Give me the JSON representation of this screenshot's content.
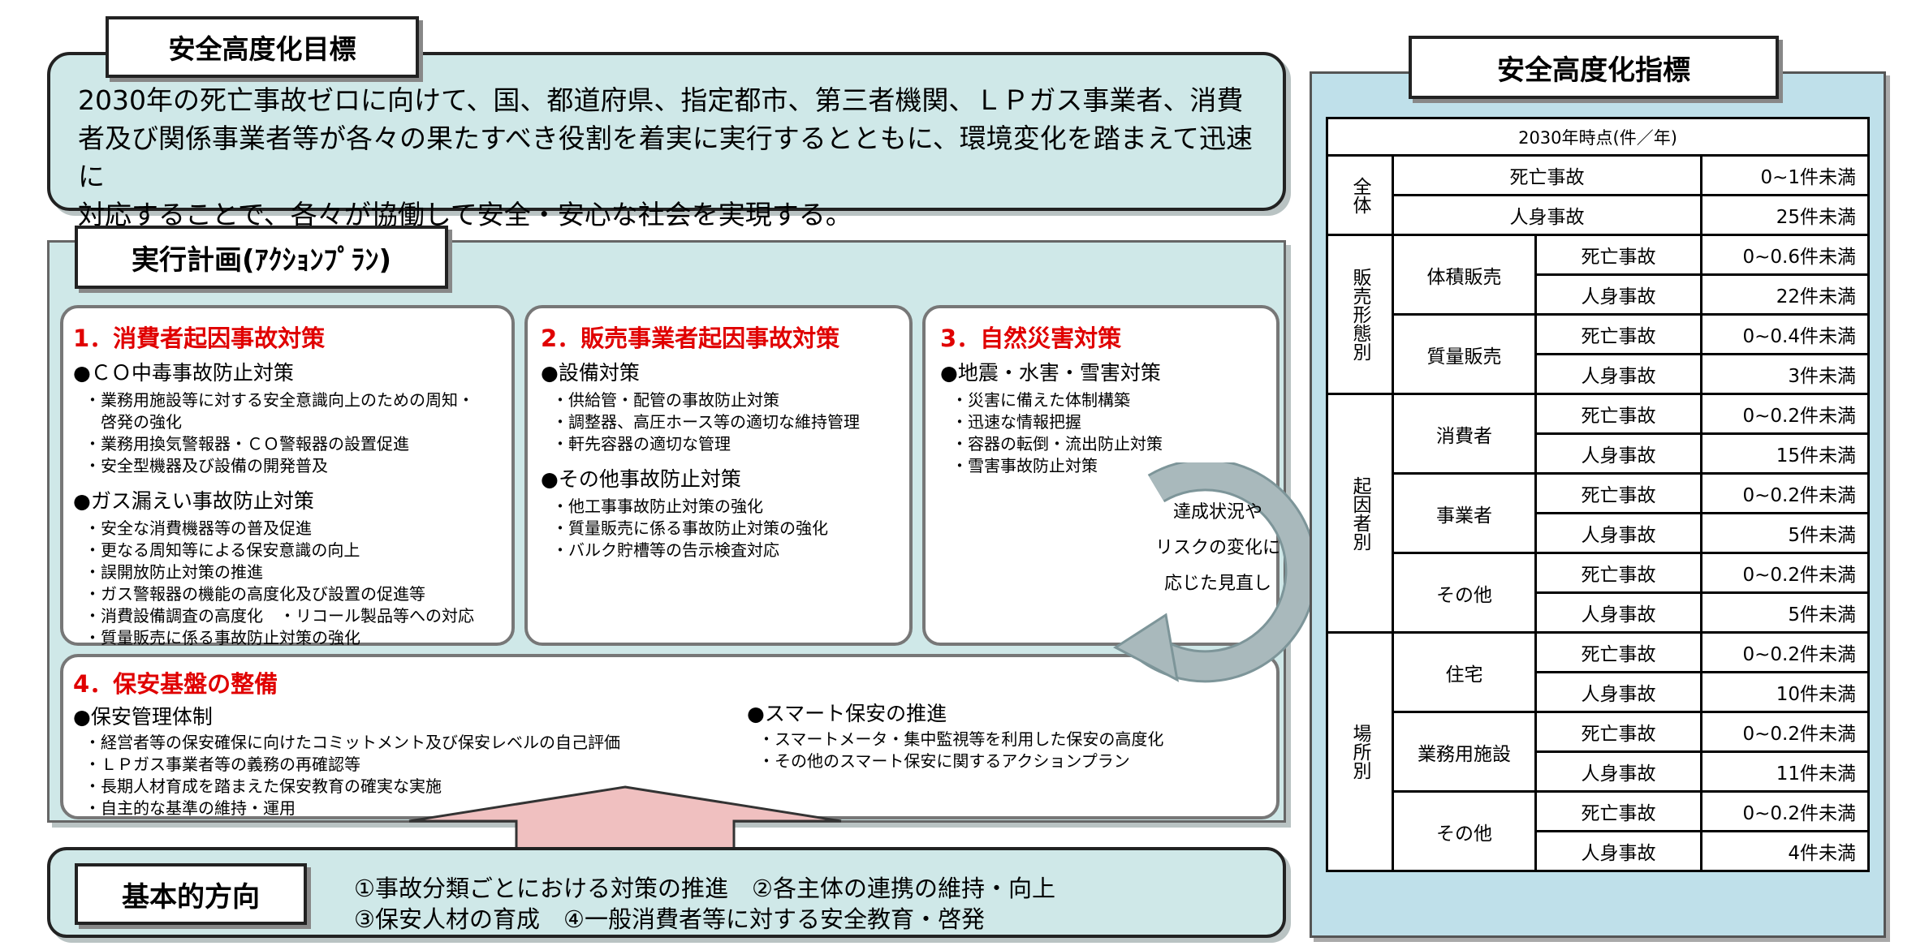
{
  "goal": {
    "title": "安全高度化目標",
    "lines": [
      "2030年の死亡事故ゼロに向けて、国、都道府県、指定都市、第三者機関、ＬＰガス事業者、消費",
      "者及び関係事業者等が各々の果たすべき役割を着実に実行するとともに、環境変化を踏まえて迅速に",
      "対応することで、各々が協働して安全・安心な社会を実現する。"
    ]
  },
  "action_plan": {
    "title": "実行計画(ｱｸｼｮﾝﾌﾟﾗﾝ)",
    "panels": [
      {
        "title": "1．消費者起因事故対策",
        "groups": [
          {
            "heading": "●ＣＯ中毒事故防止対策",
            "items": [
              "・業務用施設等に対する安全意識向上のための周知・",
              "　啓発の強化",
              "・業務用換気警報器・ＣＯ警報器の設置促進",
              "・安全型機器及び設備の開発普及"
            ]
          },
          {
            "heading": "●ガス漏えい事故防止対策",
            "items": [
              "・安全な消費機器等の普及促進",
              "・更なる周知等による保安意識の向上",
              "・誤開放防止対策の推進",
              "・ガス警報器の機能の高度化及び設置の促進等",
              "・消費設備調査の高度化　・リコール製品等への対応",
              "・質量販売に係る事故防止対策の強化"
            ]
          }
        ]
      },
      {
        "title": "2．販売事業者起因事故対策",
        "groups": [
          {
            "heading": "●設備対策",
            "items": [
              "・供給管・配管の事故防止対策",
              "・調整器、高圧ホース等の適切な維持管理",
              "・軒先容器の適切な管理"
            ]
          },
          {
            "heading": "●その他事故防止対策",
            "items": [
              "・他工事事故防止対策の強化",
              "・質量販売に係る事故防止対策の強化",
              "・バルク貯槽等の告示検査対応"
            ]
          }
        ]
      },
      {
        "title": "3．自然災害対策",
        "groups": [
          {
            "heading": "●地震・水害・雪害対策",
            "items": [
              "・災害に備えた体制構築",
              "・迅速な情報把握",
              "・容器の転倒・流出防止対策",
              "・雪害事故防止対策"
            ]
          }
        ]
      },
      {
        "title": "4．保安基盤の整備",
        "groups": [
          {
            "heading": "●保安管理体制",
            "items": [
              "・経営者等の保安確保に向けたコミットメント及び保安レベルの自己評価",
              "・ＬＰガス事業者等の義務の再確認等",
              "・長期人材育成を踏まえた保安教育の確実な実施",
              "・自主的な基準の維持・運用"
            ]
          },
          {
            "heading": "●スマート保安の推進",
            "items": [
              "・スマートメータ・集中監視等を利用した保安の高度化",
              "・その他のスマート保安に関するアクションプラン"
            ]
          }
        ]
      }
    ],
    "review_text": [
      "達成状況や",
      "リスクの変化に",
      "応じた見直し"
    ]
  },
  "basic": {
    "title": "基本的方向",
    "line1": "①事故分類ごとにおける対策の推進　②各主体の連携の維持・向上",
    "line2": "③保安人材の育成　④一般消費者等に対する安全教育・啓発"
  },
  "indicators": {
    "title": "安全高度化指標",
    "header": "2030年時点(件／年)",
    "fatal": "死亡事故",
    "injury": "人身事故",
    "overall": {
      "label": "全体",
      "fatal": "0~1件未満",
      "injury": "25件未満"
    },
    "groups": [
      {
        "label": "販売形態別",
        "rows": [
          {
            "name": "体積販売",
            "fatal": "0~0.6件未満",
            "injury": "22件未満"
          },
          {
            "name": "質量販売",
            "fatal": "0~0.4件未満",
            "injury": "3件未満"
          }
        ]
      },
      {
        "label": "起因者別",
        "rows": [
          {
            "name": "消費者",
            "fatal": "0~0.2件未満",
            "injury": "15件未満"
          },
          {
            "name": "事業者",
            "fatal": "0~0.2件未満",
            "injury": "5件未満"
          },
          {
            "name": "その他",
            "fatal": "0~0.2件未満",
            "injury": "5件未満"
          }
        ]
      },
      {
        "label": "場所別",
        "rows": [
          {
            "name": "住宅",
            "fatal": "0~0.2件未満",
            "injury": "10件未満"
          },
          {
            "name": "業務用施設",
            "fatal": "0~0.2件未満",
            "injury": "11件未満"
          },
          {
            "name": "その他",
            "fatal": "0~0.2件未満",
            "injury": "4件未満"
          }
        ]
      }
    ]
  },
  "colors": {
    "box_fill": "#cfe8e8",
    "indicator_fill": "#bfe0ea",
    "panel_title": "#e00000",
    "up_arrow": "#f0c0c0",
    "cycle_arrow": "#a9b9bc"
  }
}
